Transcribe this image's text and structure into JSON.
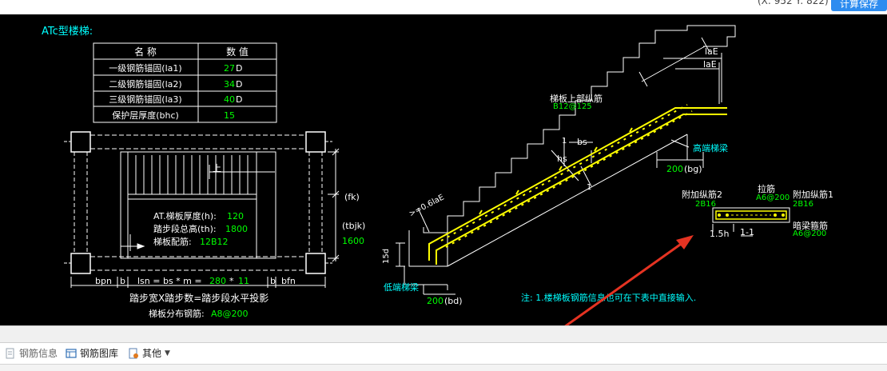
{
  "window": {
    "coords": "(X: 952 Y: 822)",
    "calc_button": "计算保存"
  },
  "diagram": {
    "title": "ATc型楼梯:",
    "table": {
      "header": [
        "名  称",
        "数  值"
      ],
      "rows": [
        {
          "label": "一级钢筋锚固(la1)",
          "value": "27",
          "unit": "D"
        },
        {
          "label": "二级钢筋锚固(la2)",
          "value": "34",
          "unit": "D"
        },
        {
          "label": "三级钢筋锚固(la3)",
          "value": "40",
          "unit": "D"
        },
        {
          "label": "保护层厚度(bhc)",
          "value": "15",
          "unit": ""
        }
      ]
    },
    "plan": {
      "thickness_label": "AT.梯板厚度(h):",
      "thickness_value": "120",
      "height_label": "踏步段总高(th):",
      "height_value": "1800",
      "rebar_label": "梯板配筋:",
      "rebar_value": "12B12",
      "up_mark": "上",
      "fk": "(fk)",
      "tbjk": "(tbjk)",
      "tbjk_value": "1600",
      "bpn": "bpn",
      "b_left": "b",
      "lsn_label": "lsn = bs * m =",
      "bs_value": "280",
      "times": "*",
      "m_value": "11",
      "b_right": "b",
      "bfn": "bfn",
      "formula": "踏步宽X踏步数=踏步段水平投影",
      "dist_label": "梯板分布钢筋:",
      "dist_value": "A8@200"
    },
    "section": {
      "top_rebar_label": "梯板上部纵筋",
      "top_rebar_value": "B12@125",
      "lae_outer": "laE",
      "lae_inner": "laE",
      "bs": "bs",
      "hs": "hs",
      "mark1a": "1",
      "mark1b": "1",
      "high_beam": "高端梯梁",
      "bg_value": "200",
      "bg_label": "(bg)",
      "lae_diag": ">=0.6laE",
      "d_label": "15d",
      "low_beam": "低端梯梁",
      "bd_value": "200",
      "bd_label": "(bd)"
    },
    "detail": {
      "add2_label": "附加纵筋2",
      "add2_value": "2B16",
      "tie_label": "拉筋",
      "tie_value": "A6@200",
      "add1_label": "附加纵筋1",
      "add1_value": "2B16",
      "stirrup_label": "暗梁箍筋",
      "stirrup_value": "A6@200",
      "width_label": "1.5h",
      "section_label": "1-1"
    },
    "note": "注: 1.楼梯板钢筋信息也可在下表中直接输入."
  },
  "toolbar": {
    "items": [
      "钢筋信息",
      "钢筋图库",
      "其他"
    ]
  },
  "colors": {
    "canvas_bg": "#000000",
    "line": "#ffffff",
    "value": "#00ff00",
    "title": "#00ffff",
    "rebar": "#ffff00",
    "arrow": "#e53322",
    "button": "#2d8cf0"
  }
}
